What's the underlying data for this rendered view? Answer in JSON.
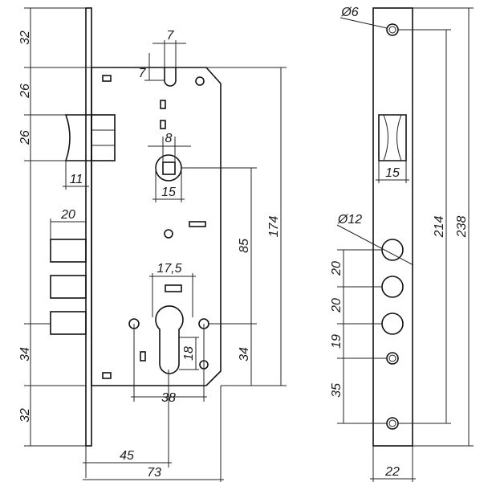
{
  "side_view": {
    "top_offset": "32",
    "slot_to_latch": "26",
    "latch_height": "26",
    "latch_depth": "11",
    "bolt_depth": "20",
    "slot_width": "7",
    "slot_depth": "7",
    "spindle_square": "8",
    "follower_diameter": "15",
    "height_total": "174",
    "follower_to_cylinder": "85",
    "cylinder_width": "17,5",
    "cylinder_height": "18",
    "cylinder_to_screw": "34",
    "bottom_bolt_to_cylinder": "34",
    "bottom_offset": "32",
    "screw_spacing": "38",
    "backset_small": "45",
    "backset": "73"
  },
  "faceplate": {
    "screw_hole": "Ø6",
    "latch_width": "15",
    "bolt_hole": "Ø12",
    "bolt_spacing_1": "20",
    "bolt_spacing_2": "20",
    "bolt_to_pin": "19",
    "pin_to_screw": "35",
    "screw_span": "214",
    "total_length": "238",
    "plate_width": "22"
  },
  "colors": {
    "line": "#111111",
    "background": "#ffffff"
  }
}
